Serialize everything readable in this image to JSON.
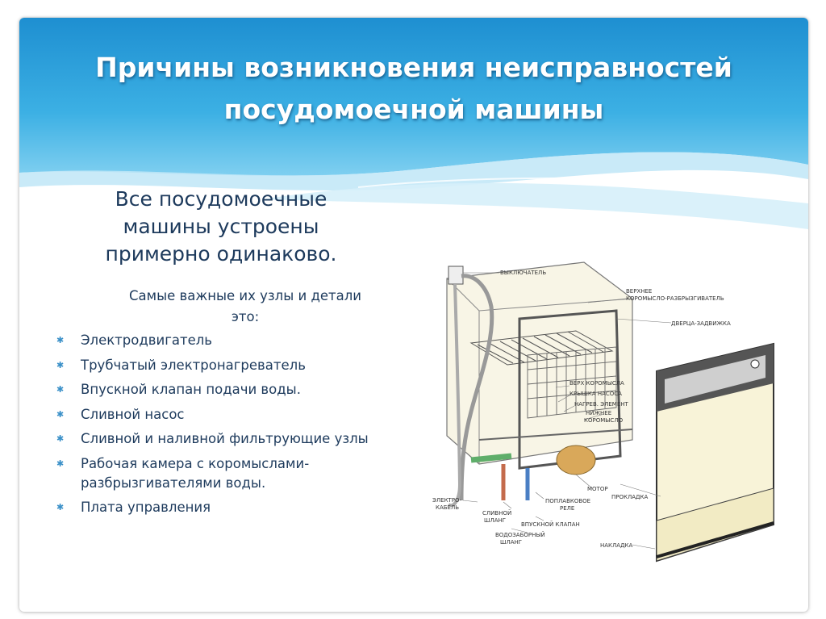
{
  "title": {
    "line1": "Причины возникновения неисправностей",
    "line2": "посудомоечной машины"
  },
  "subtitle": {
    "line1": "Все посудомоечные",
    "line2": "машины устроены",
    "line3": "примерно одинаково."
  },
  "intro": {
    "line1": "Самые важные их узлы и детали",
    "line2": "это:"
  },
  "parts": [
    "Электродвигатель",
    "Трубчатый электронагреватель",
    "Впускной клапан подачи воды.",
    "Сливной насос",
    "Сливной и наливной фильтрующие узлы",
    "Рабочая камера с коромыслами-разбрызгивателями воды.",
    "Плата управления"
  ],
  "diagram_labels": {
    "switch": "ВЫКЛЮЧАТЕЛЬ",
    "upper_arm_1": "ВЕРХНЕЕ",
    "upper_arm_2": "КОРОМЫСЛО-РАЗБРЫЗГИВАТЕЛЬ",
    "door": "ДВЕРЦА-ЗАДВИЖКА",
    "arm_top": "ВЕРХ КОРОМЫСЛА",
    "pump_cover": "КРЫШКА НАСОСА",
    "heater": "НАГРЕВ. ЭЛЕМЕНТ",
    "lower_arm_1": "НИЖНЕЕ",
    "lower_arm_2": "КОРОМЫСЛО",
    "cable_1": "ЭЛЕКТРО-",
    "cable_2": "КАБЕЛЬ",
    "drain_hose_1": "СЛИВНОЙ",
    "drain_hose_2": "ШЛАНГ",
    "motor": "МОТОР",
    "float_1": "ПОПЛАВКОВОЕ",
    "float_2": "РЕЛЕ",
    "gasket": "ПРОКЛАДКА",
    "inlet_valve": "ВПУСКНОЙ КЛАПАН",
    "inlet_hose_1": "ВОДОЗАБОРНЫЙ",
    "inlet_hose_2": "ШЛАНГ",
    "panel": "НАКЛАДКА"
  },
  "colors": {
    "header_blue": "#2b9fd9",
    "text_navy": "#1d3a5c",
    "bullet_blue": "#3a90c8"
  }
}
